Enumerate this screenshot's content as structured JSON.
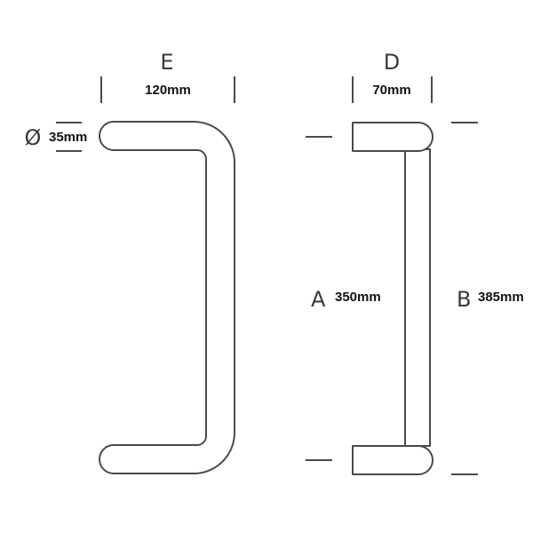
{
  "labels": {
    "E": "E",
    "D": "D",
    "A": "A",
    "B": "B",
    "diameter_symbol": "Ø"
  },
  "dimensions": {
    "E": "120mm",
    "D": "70mm",
    "A": "350mm",
    "B": "385mm",
    "diameter": "35mm"
  }
}
